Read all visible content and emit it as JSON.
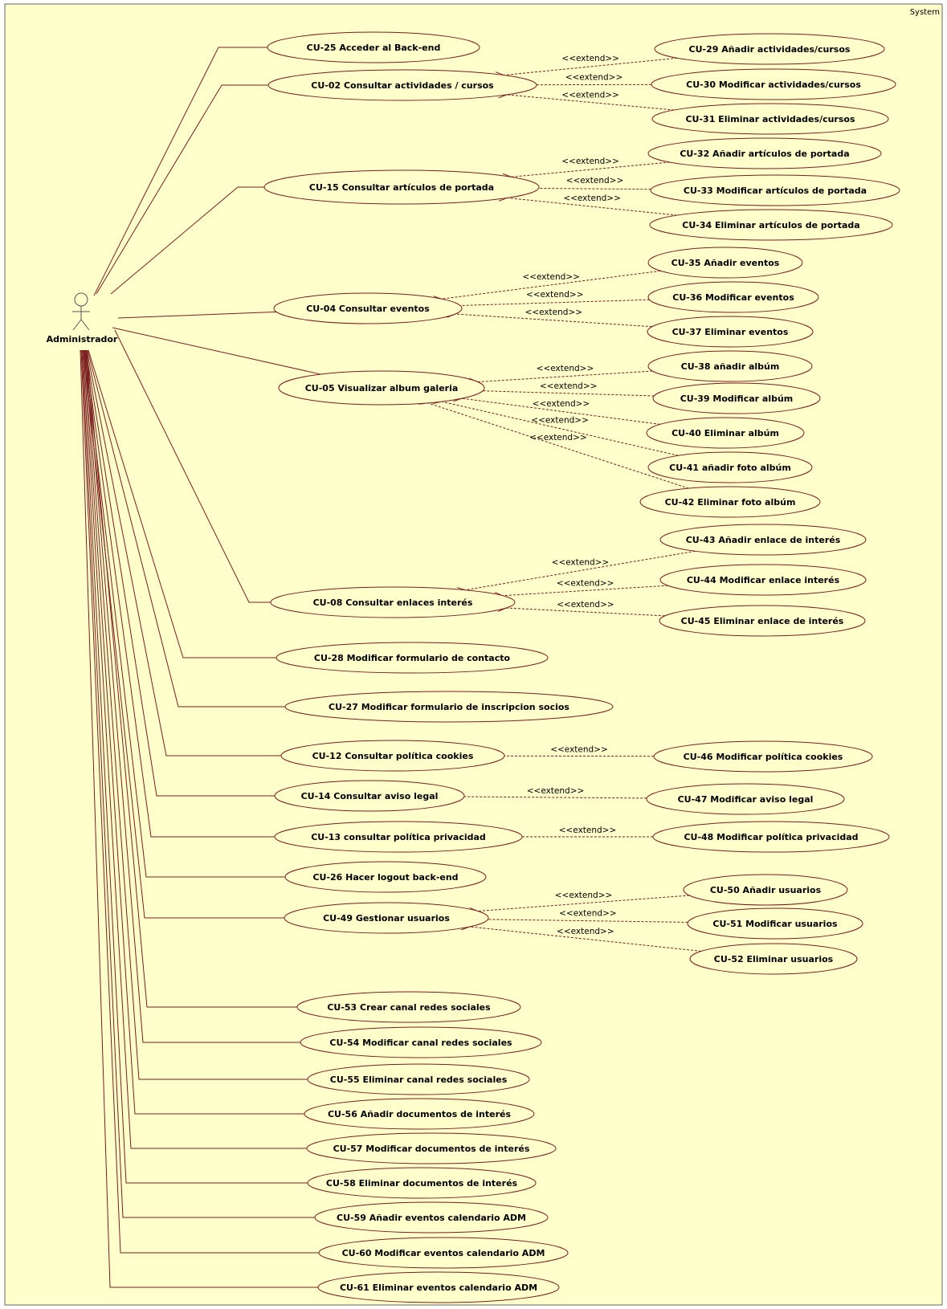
{
  "system_label": "System",
  "actor": {
    "label": "Administrador"
  },
  "colors": {
    "background": "#ffffcc",
    "line": "#7a1e1e",
    "frame": "#666666"
  },
  "extend_label": "<<extend>>",
  "use_cases": {
    "cu25": "CU-25 Acceder al Back-end",
    "cu02": "CU-02 Consultar actividades / cursos",
    "cu29": "CU-29 Añadir actividades/cursos",
    "cu30": "CU-30 Modificar actividades/cursos",
    "cu31": "CU-31 Eliminar actividades/cursos",
    "cu15": "CU-15 Consultar artículos de portada",
    "cu32": "CU-32 Añadir artículos de portada",
    "cu33": "CU-33 Modificar artículos de portada",
    "cu34": "CU-34 Eliminar artículos de portada",
    "cu04": "CU-04 Consultar eventos",
    "cu35": "CU-35 Añadir eventos",
    "cu36": "CU-36 Modificar eventos",
    "cu37": "CU-37 Eliminar eventos",
    "cu05": "CU-05 Visualizar album galeria",
    "cu38": "CU-38 añadir albúm",
    "cu39": "CU-39 Modificar albúm",
    "cu40": "CU-40 Eliminar albúm",
    "cu41": "CU-41 añadir foto albúm",
    "cu42": "CU-42 Eliminar foto albúm",
    "cu08": "CU-08 Consultar enlaces interés",
    "cu43": "CU-43 Añadir enlace de interés",
    "cu44": "CU-44 Modificar enlace interés",
    "cu45": "CU-45 Eliminar enlace de interés",
    "cu28": "CU-28 Modificar formulario de contacto",
    "cu27": "CU-27 Modificar formulario de inscripcion socios",
    "cu12": "CU-12 Consultar política cookies",
    "cu46": "CU-46 Modificar política cookies",
    "cu14": "CU-14 Consultar aviso legal",
    "cu47": "CU-47 Modificar aviso legal",
    "cu13": "CU-13 consultar política privacidad",
    "cu48": "CU-48 Modificar política privacidad",
    "cu26": "CU-26 Hacer logout back-end",
    "cu49": "CU-49 Gestionar usuarios",
    "cu50": "CU-50 Añadir usuarios",
    "cu51": "CU-51 Modificar usuarios",
    "cu52": "CU-52 Eliminar usuarios",
    "cu53": "CU-53 Crear canal redes sociales",
    "cu54": "CU-54 Modificar canal redes sociales",
    "cu55": "CU-55 Eliminar canal redes sociales",
    "cu56": "CU-56 Añadir documentos de interés",
    "cu57": "CU-57 Modificar documentos de interés",
    "cu58": "CU-58 Eliminar documentos de interés",
    "cu59": "CU-59 Añadir eventos calendario ADM",
    "cu60": "CU-60 Modificar eventos calendario ADM",
    "cu61": "CU-61 Eliminar eventos calendario ADM"
  },
  "associations": [
    "cu25",
    "cu02",
    "cu15",
    "cu04",
    "cu05",
    "cu08",
    "cu28",
    "cu27",
    "cu12",
    "cu14",
    "cu13",
    "cu26",
    "cu49",
    "cu53",
    "cu54",
    "cu55",
    "cu56",
    "cu57",
    "cu58",
    "cu59",
    "cu60",
    "cu61"
  ],
  "extends": [
    [
      "cu29",
      "cu02"
    ],
    [
      "cu30",
      "cu02"
    ],
    [
      "cu31",
      "cu02"
    ],
    [
      "cu32",
      "cu15"
    ],
    [
      "cu33",
      "cu15"
    ],
    [
      "cu34",
      "cu15"
    ],
    [
      "cu35",
      "cu04"
    ],
    [
      "cu36",
      "cu04"
    ],
    [
      "cu37",
      "cu04"
    ],
    [
      "cu38",
      "cu05"
    ],
    [
      "cu39",
      "cu05"
    ],
    [
      "cu40",
      "cu05"
    ],
    [
      "cu41",
      "cu05"
    ],
    [
      "cu42",
      "cu05"
    ],
    [
      "cu43",
      "cu08"
    ],
    [
      "cu44",
      "cu08"
    ],
    [
      "cu45",
      "cu08"
    ],
    [
      "cu46",
      "cu12"
    ],
    [
      "cu47",
      "cu14"
    ],
    [
      "cu48",
      "cu13"
    ],
    [
      "cu50",
      "cu49"
    ],
    [
      "cu51",
      "cu49"
    ],
    [
      "cu52",
      "cu49"
    ]
  ]
}
